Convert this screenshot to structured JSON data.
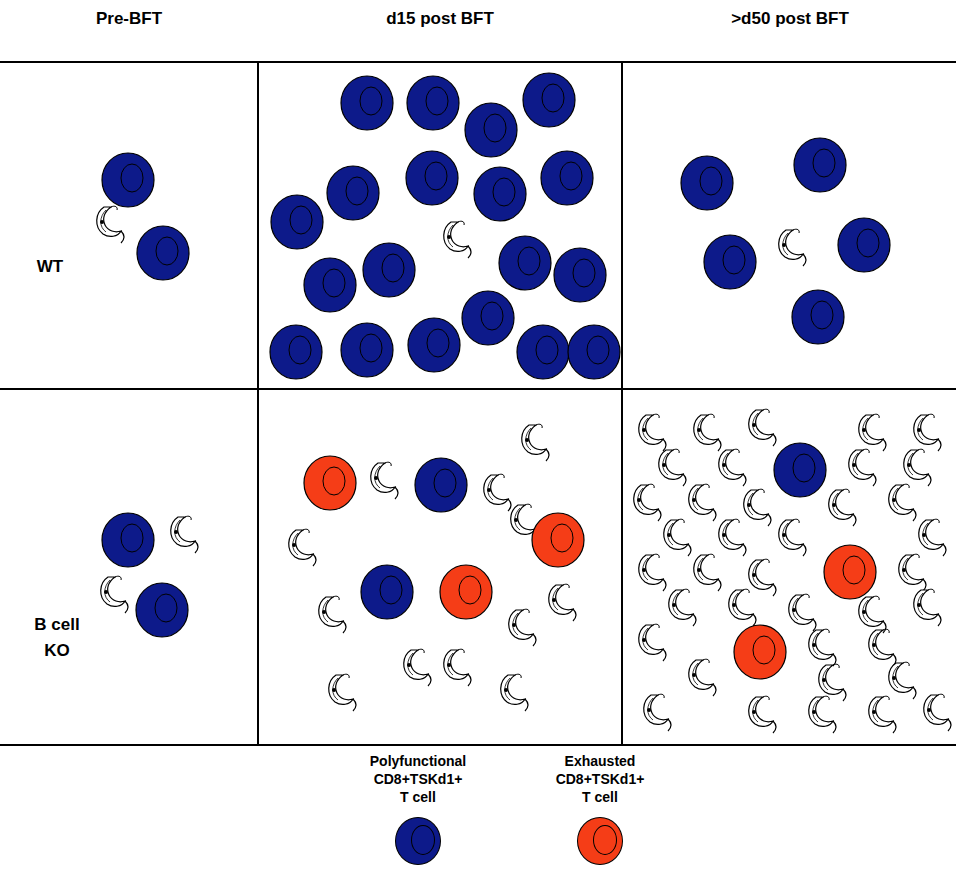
{
  "diagram": {
    "labels": [
      "Pre-BFT",
      "d15 post BFT",
      ">d50 post BFT",
      "WT",
      "B cell KO"
    ],
    "legend": [
      {
        "text": "Polyfunctional CD8+TSKd1+ T cell",
        "color": "#0d1a8a"
      },
      {
        "text": "Exhausted CD8+TSKd1+ T cell",
        "color": "#f53d17"
      }
    ]
  }
}
